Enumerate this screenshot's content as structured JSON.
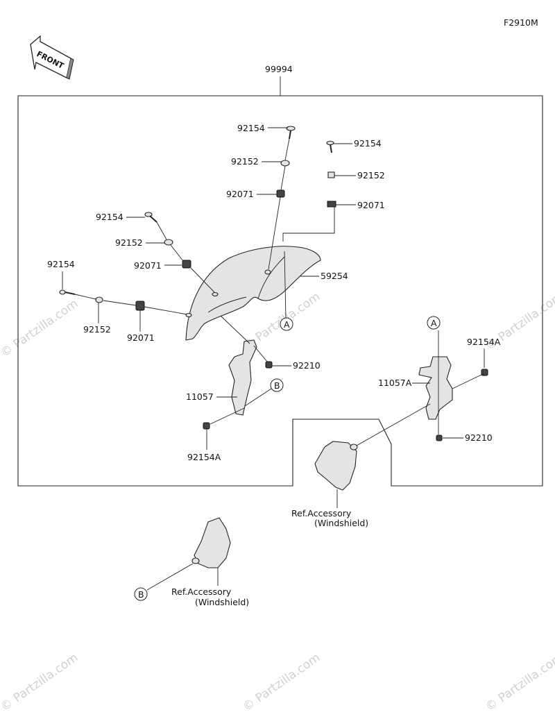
{
  "diagram_code": "F2910M",
  "front_label": "FRONT",
  "kit_part": "99994",
  "parts": {
    "bolt_top": "92154",
    "washer_top": "92152",
    "grommet_top": "92071",
    "bolt_right": "92154",
    "washer_right": "92152",
    "grommet_right": "92071",
    "bolt_left_upper": "92154",
    "washer_left_upper": "92152",
    "grommet_left_upper": "92071",
    "bolt_left_lower": "92154",
    "washer_left_lower": "92152",
    "grommet_left_lower": "92071",
    "windshield": "59254",
    "nut_left": "92210",
    "bracket_left": "11057",
    "bolt_bracket_left": "92154A",
    "bracket_right": "11057A",
    "bolt_bracket_right": "92154A",
    "nut_right": "92210"
  },
  "callouts": {
    "a_upper": "A",
    "a_right": "A",
    "b_left": "B",
    "b_lower": "B"
  },
  "ref_accessory": {
    "line1": "Ref.Accessory",
    "line2": "(Windshield)"
  },
  "watermark": "© Partzilla.com"
}
